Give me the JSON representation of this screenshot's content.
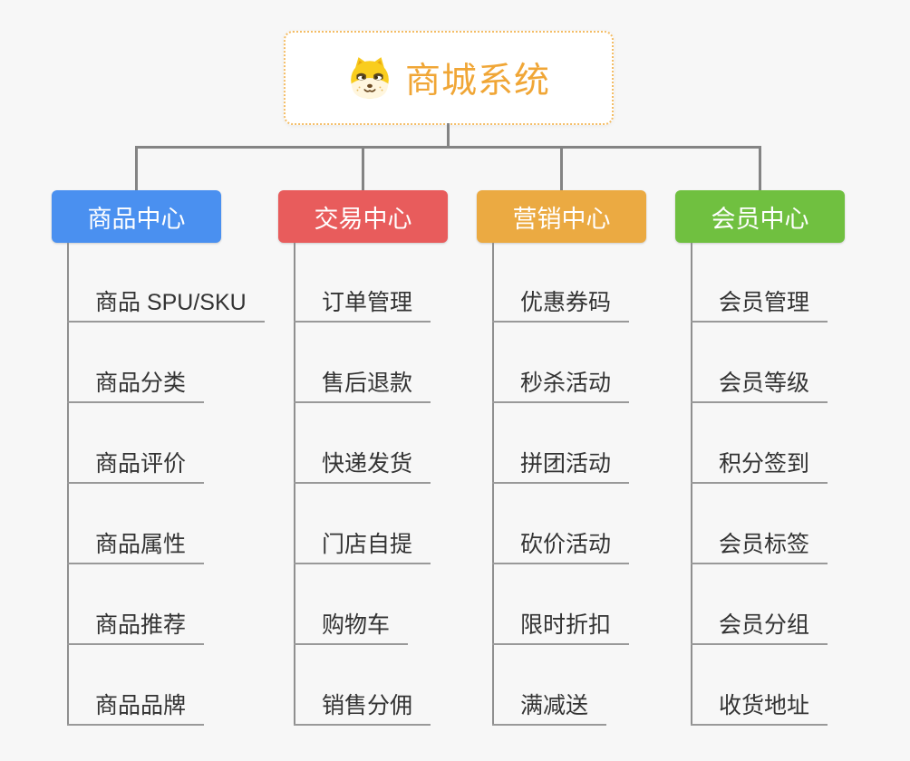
{
  "root": {
    "title": "商城系统",
    "icon": "shiba-dog-icon",
    "text_color": "#F0A636",
    "border_color": "#F4BD66"
  },
  "connector_color": "#848484",
  "branches": [
    {
      "label": "商品中心",
      "color": "#4A90F0",
      "children": [
        "商品 SPU/SKU",
        "商品分类",
        "商品评价",
        "商品属性",
        "商品推荐",
        "商品品牌"
      ]
    },
    {
      "label": "交易中心",
      "color": "#E85C5C",
      "children": [
        "订单管理",
        "售后退款",
        "快递发货",
        "门店自提",
        "购物车",
        "销售分佣"
      ]
    },
    {
      "label": "营销中心",
      "color": "#EBAA42",
      "children": [
        "优惠券码",
        "秒杀活动",
        "拼团活动",
        "砍价活动",
        "限时折扣",
        "满减送"
      ]
    },
    {
      "label": "会员中心",
      "color": "#70C040",
      "children": [
        "会员管理",
        "会员等级",
        "积分签到",
        "会员标签",
        "会员分组",
        "收货地址"
      ]
    }
  ]
}
